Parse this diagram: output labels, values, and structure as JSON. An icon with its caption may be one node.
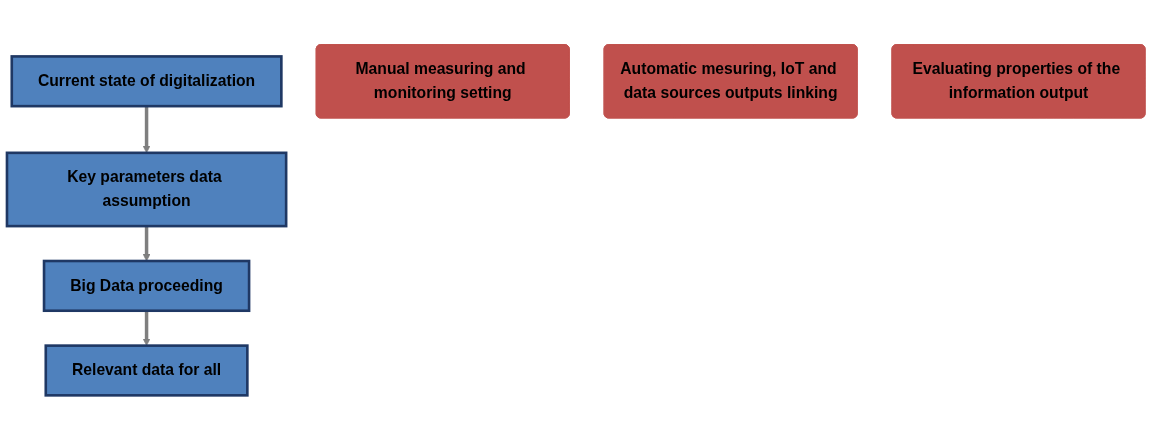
{
  "diagram": {
    "nodes": [
      {
        "text": [
          "Current state of digitalization"
        ]
      },
      {
        "text": [
          "Key parameters data assumption"
        ]
      },
      {
        "text": [
          "Big Data proceeding"
        ]
      },
      {
        "text": [
          "Relevant data for all"
        ]
      },
      {
        "text": [
          "Manual measuring and monitoring setting"
        ]
      },
      {
        "text": [
          "Automatic mesuring, IoT and data sources outputs linking"
        ]
      },
      {
        "text": [
          "Evaluating properties of the information output"
        ]
      }
    ],
    "edges": [
      {
        "from": 0,
        "to": 1,
        "arrow": "to"
      },
      {
        "from": 1,
        "to": 2,
        "arrow": "to"
      },
      {
        "from": 2,
        "to": 3,
        "arrow": "to"
      }
    ]
  }
}
